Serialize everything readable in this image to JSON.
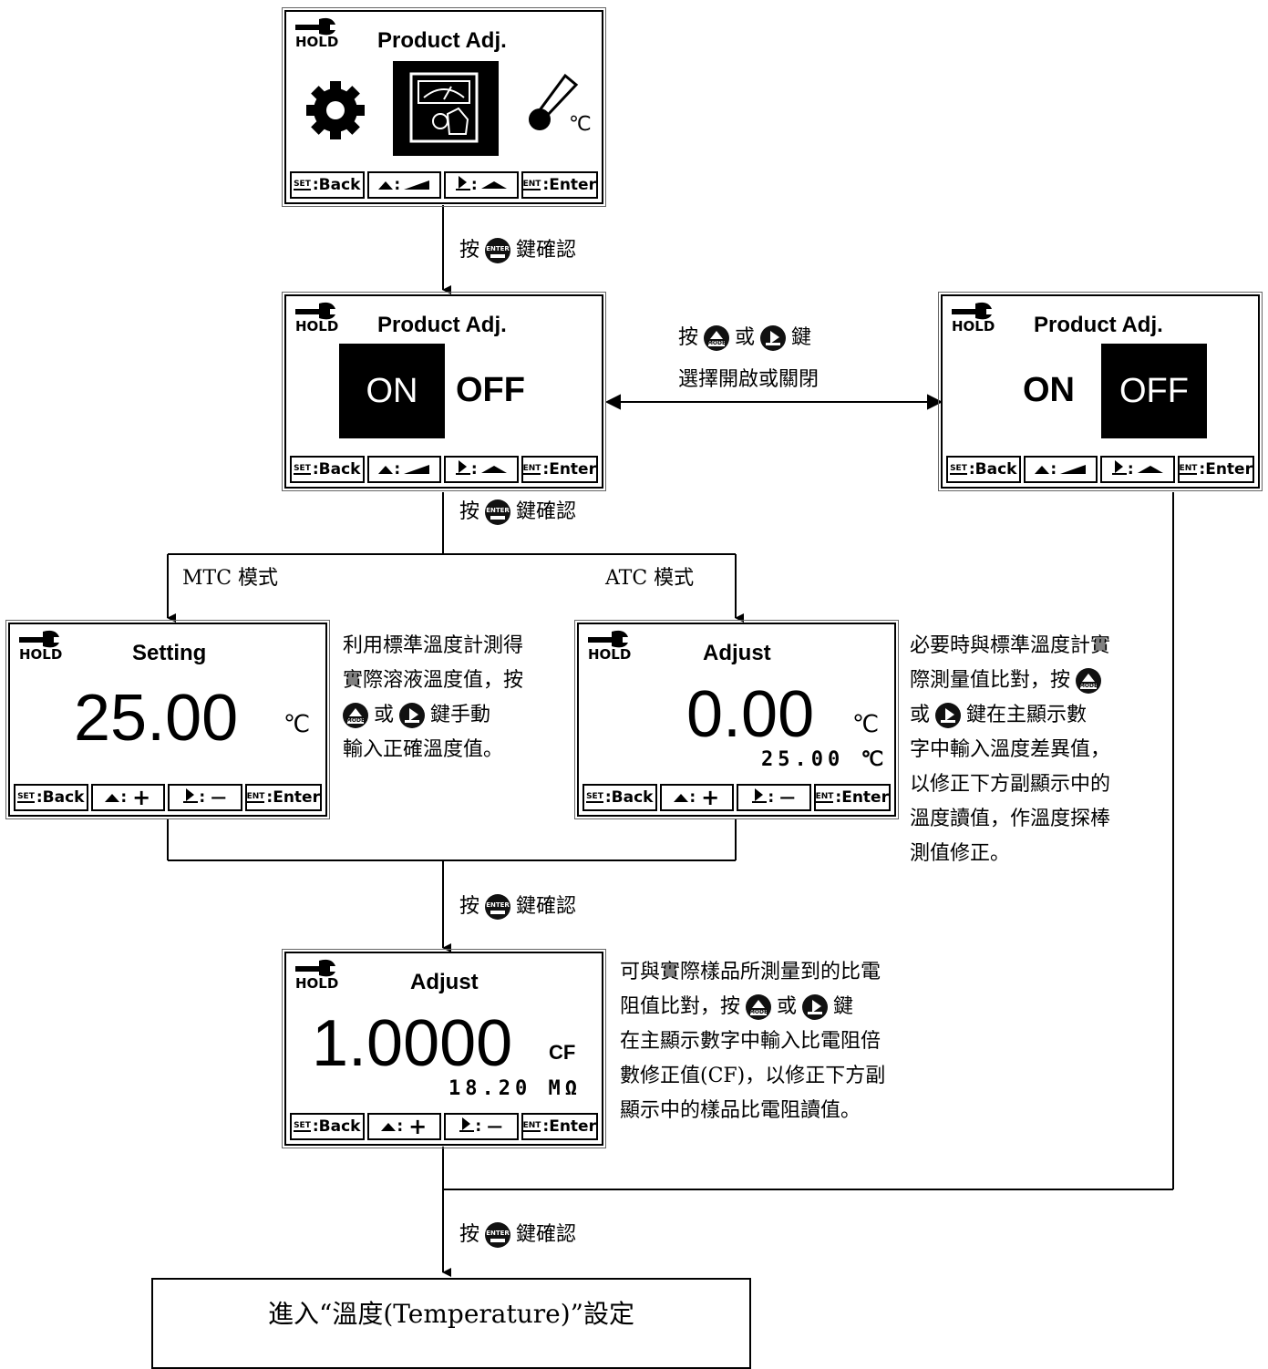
{
  "screen_common": {
    "hold": "HOLD",
    "set_back": ":Back",
    "ent_enter": ":Enter",
    "set_key": "SET",
    "ent_key": "ENT",
    "plus": "+",
    "minus": "—",
    "colon": ":"
  },
  "screen1": {
    "title": "Product Adj."
  },
  "screen2": {
    "title": "Product Adj.",
    "on": "ON",
    "off": "OFF"
  },
  "screen3": {
    "title": "Product Adj.",
    "on": "ON",
    "off": "OFF"
  },
  "screen4": {
    "title": "Setting",
    "value": "25.00",
    "unit": "℃"
  },
  "screen5": {
    "title": "Adjust",
    "value": "0.00",
    "unit": "℃",
    "sub_value": "25.00",
    "sub_unit": "℃"
  },
  "screen6": {
    "title": "Adjust",
    "value": "1.0000",
    "unit": "CF",
    "sub_value": "18.20",
    "sub_unit": "MΩ"
  },
  "labels": {
    "press": "按",
    "confirm": "鍵確認",
    "key_enter": "ENTER",
    "key_mode": "MODE",
    "or": "或",
    "key": "鍵",
    "select_on_off": "選擇開啟或關閉",
    "mtc_mode": "MTC 模式",
    "atc_mode": "ATC 模式"
  },
  "notes": {
    "mtc": [
      "利用標準溫度計測得",
      "實際溶液溫度值，按",
      "鍵手動",
      "輸入正確溫度值。"
    ],
    "atc": [
      "必要時與標準溫度計實",
      "際測量值比對，按",
      "鍵在主顯示數",
      "字中輸入溫度差異值，",
      "以修正下方副顯示中的",
      "溫度讀值，作溫度探棒",
      "測值修正。"
    ],
    "cf": [
      "可與實際樣品所測量到的比電",
      "阻值比對，按",
      "鍵",
      "在主顯示數字中輸入比電阻倍",
      "數修正值(CF)，以修正下方副",
      "顯示中的樣品比電阻讀值。"
    ]
  },
  "final": "進入“溫度(Temperature)”設定"
}
